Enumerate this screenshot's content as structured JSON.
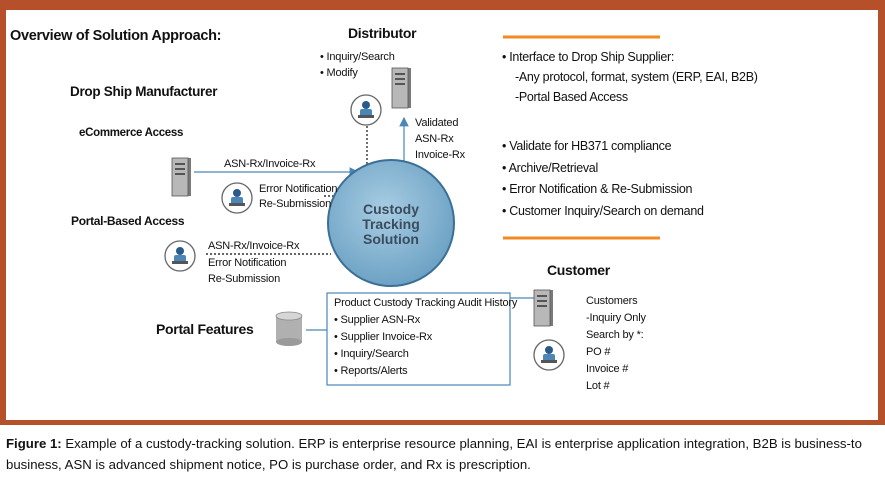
{
  "title": "Overview of Solution Approach:",
  "distributor": {
    "label": "Distributor",
    "items": [
      "Inquiry/Search",
      "Modify"
    ],
    "validated": [
      "Validated",
      "ASN-Rx",
      "Invoice-Rx"
    ]
  },
  "manufacturer": {
    "label": "Drop Ship Manufacturer",
    "ecommerce_label": "eCommerce Access",
    "ecommerce_flow": "ASN-Rx/Invoice-Rx",
    "ecommerce_error": [
      "Error Notification",
      "Re-Submission"
    ],
    "portal_label": "Portal-Based Access",
    "portal_flow": "ASN-Rx/Invoice-Rx",
    "portal_error": [
      "Error Notification",
      "Re-Submission"
    ]
  },
  "center": [
    "Custody",
    "Tracking",
    "Solution"
  ],
  "customer": {
    "label": "Customer",
    "lines": [
      "Customers",
      "-Inquiry Only",
      "Search by *:",
      "PO #",
      "Invoice #",
      "Lot #"
    ]
  },
  "portal_features": {
    "label": "Portal Features",
    "box_title": "Product Custody Tracking Audit History",
    "items": [
      "Supplier ASN-Rx",
      "Supplier Invoice-Rx",
      "Inquiry/Search",
      "Reports/Alerts"
    ]
  },
  "right_list": {
    "group1": [
      "Interface to Drop Ship Supplier:",
      "-Any protocol, format, system (ERP, EAI, B2B)",
      "-Portal Based Access"
    ],
    "group2": [
      "Validate for HB371 compliance",
      "Archive/Retrieval",
      "Error Notification & Re-Submission",
      "Customer Inquiry/Search on demand"
    ]
  },
  "caption": {
    "label": "Figure 1:",
    "text": " Example of a custody-tracking solution. ERP is enterprise resource planning, EAI is enterprise application integration, B2B is business-to business, ASN is advanced shipment notice, PO is purchase order, and Rx is prescription."
  },
  "colors": {
    "frame": "#b5502a",
    "accent_orange": "#f28a24",
    "circle_fill": "#7fb2cf",
    "circle_stroke": "#3b6f96",
    "arrow_blue": "#4a86b8"
  }
}
